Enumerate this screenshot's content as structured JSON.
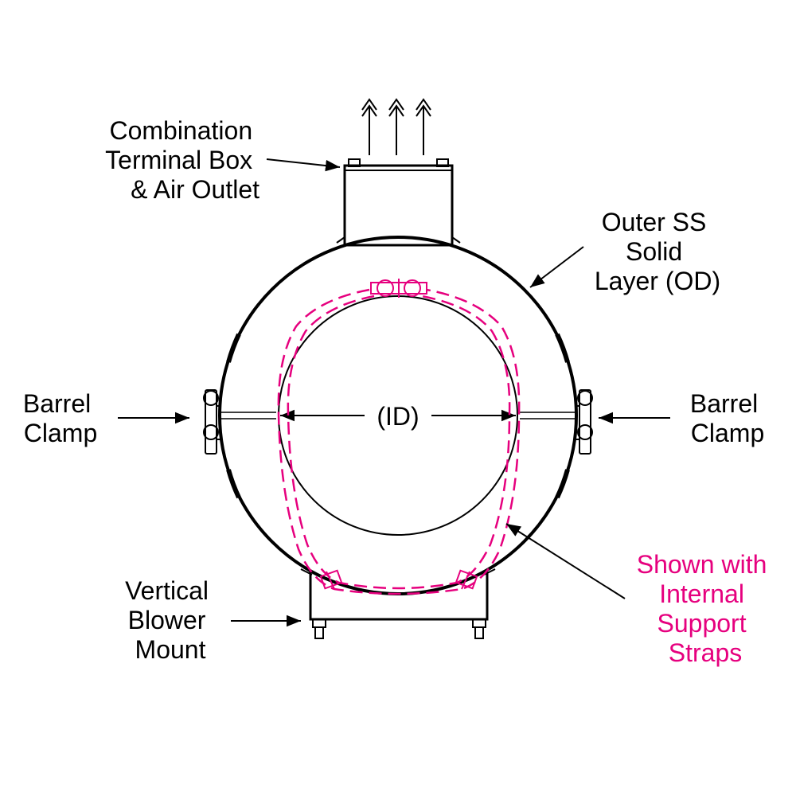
{
  "labels": {
    "terminal_box": [
      "Combination",
      "Terminal Box",
      "& Air Outlet"
    ],
    "outer_layer": [
      "Outer SS",
      "Solid",
      "Layer (OD)"
    ],
    "barrel_clamp_left": [
      "Barrel",
      "Clamp"
    ],
    "barrel_clamp_right": [
      "Barrel",
      "Clamp"
    ],
    "inner_diameter": "(ID)",
    "blower_mount": [
      "Vertical",
      "Blower",
      "Mount"
    ],
    "support_straps": [
      "Shown with",
      "Internal",
      "Support",
      "Straps"
    ]
  },
  "colors": {
    "line": "#000000",
    "strap_accent": "#e6007e",
    "background": "#ffffff"
  }
}
